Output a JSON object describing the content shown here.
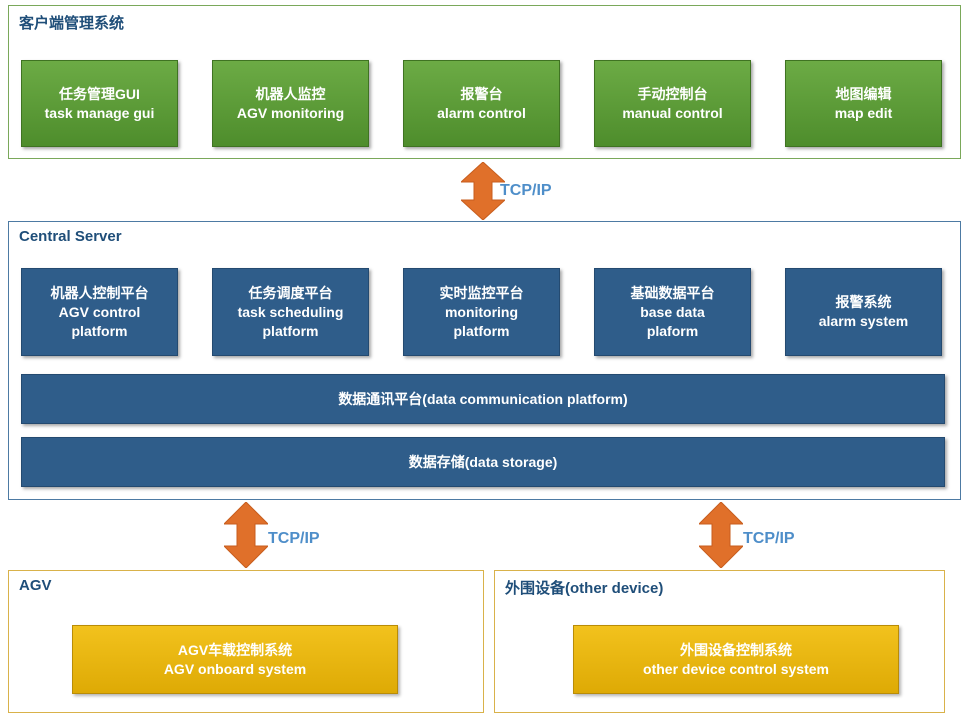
{
  "client": {
    "title": "客户端管理系统",
    "modules": [
      {
        "line1": "任务管理GUI",
        "line2": "task manage gui"
      },
      {
        "line1": "机器人监控",
        "line2": "AGV monitoring"
      },
      {
        "line1": "报警台",
        "line2": "alarm control"
      },
      {
        "line1": "手动控制台",
        "line2": "manual control"
      },
      {
        "line1": "地图编辑",
        "line2": "map edit"
      }
    ]
  },
  "connections": {
    "top": "TCP/IP",
    "left": "TCP/IP",
    "right": "TCP/IP"
  },
  "server": {
    "title": "Central Server",
    "modules": [
      {
        "line1": "机器人控制平台",
        "line2": "AGV control",
        "line3": "platform"
      },
      {
        "line1": "任务调度平台",
        "line2": "task scheduling",
        "line3": "platform"
      },
      {
        "line1": "实时监控平台",
        "line2": "monitoring",
        "line3": "platform"
      },
      {
        "line1": "基础数据平台",
        "line2": "base data",
        "line3": "plaform"
      },
      {
        "line1": "报警系统",
        "line2": "alarm system"
      }
    ],
    "communication": "数据通讯平台(data communication platform)",
    "storage": "数据存储(data storage)"
  },
  "agv": {
    "title": "AGV",
    "line1": "AGV车载控制系统",
    "line2": "AGV onboard system"
  },
  "device": {
    "title": "外围设备(other device)",
    "line1": "外围设备控制系统",
    "line2": "other device control system"
  },
  "colors": {
    "green": "#5b9b38",
    "blue": "#2f5d8a",
    "gold": "#eab712",
    "arrow": "#e0702a",
    "tcp_label": "#4e8ec9"
  }
}
